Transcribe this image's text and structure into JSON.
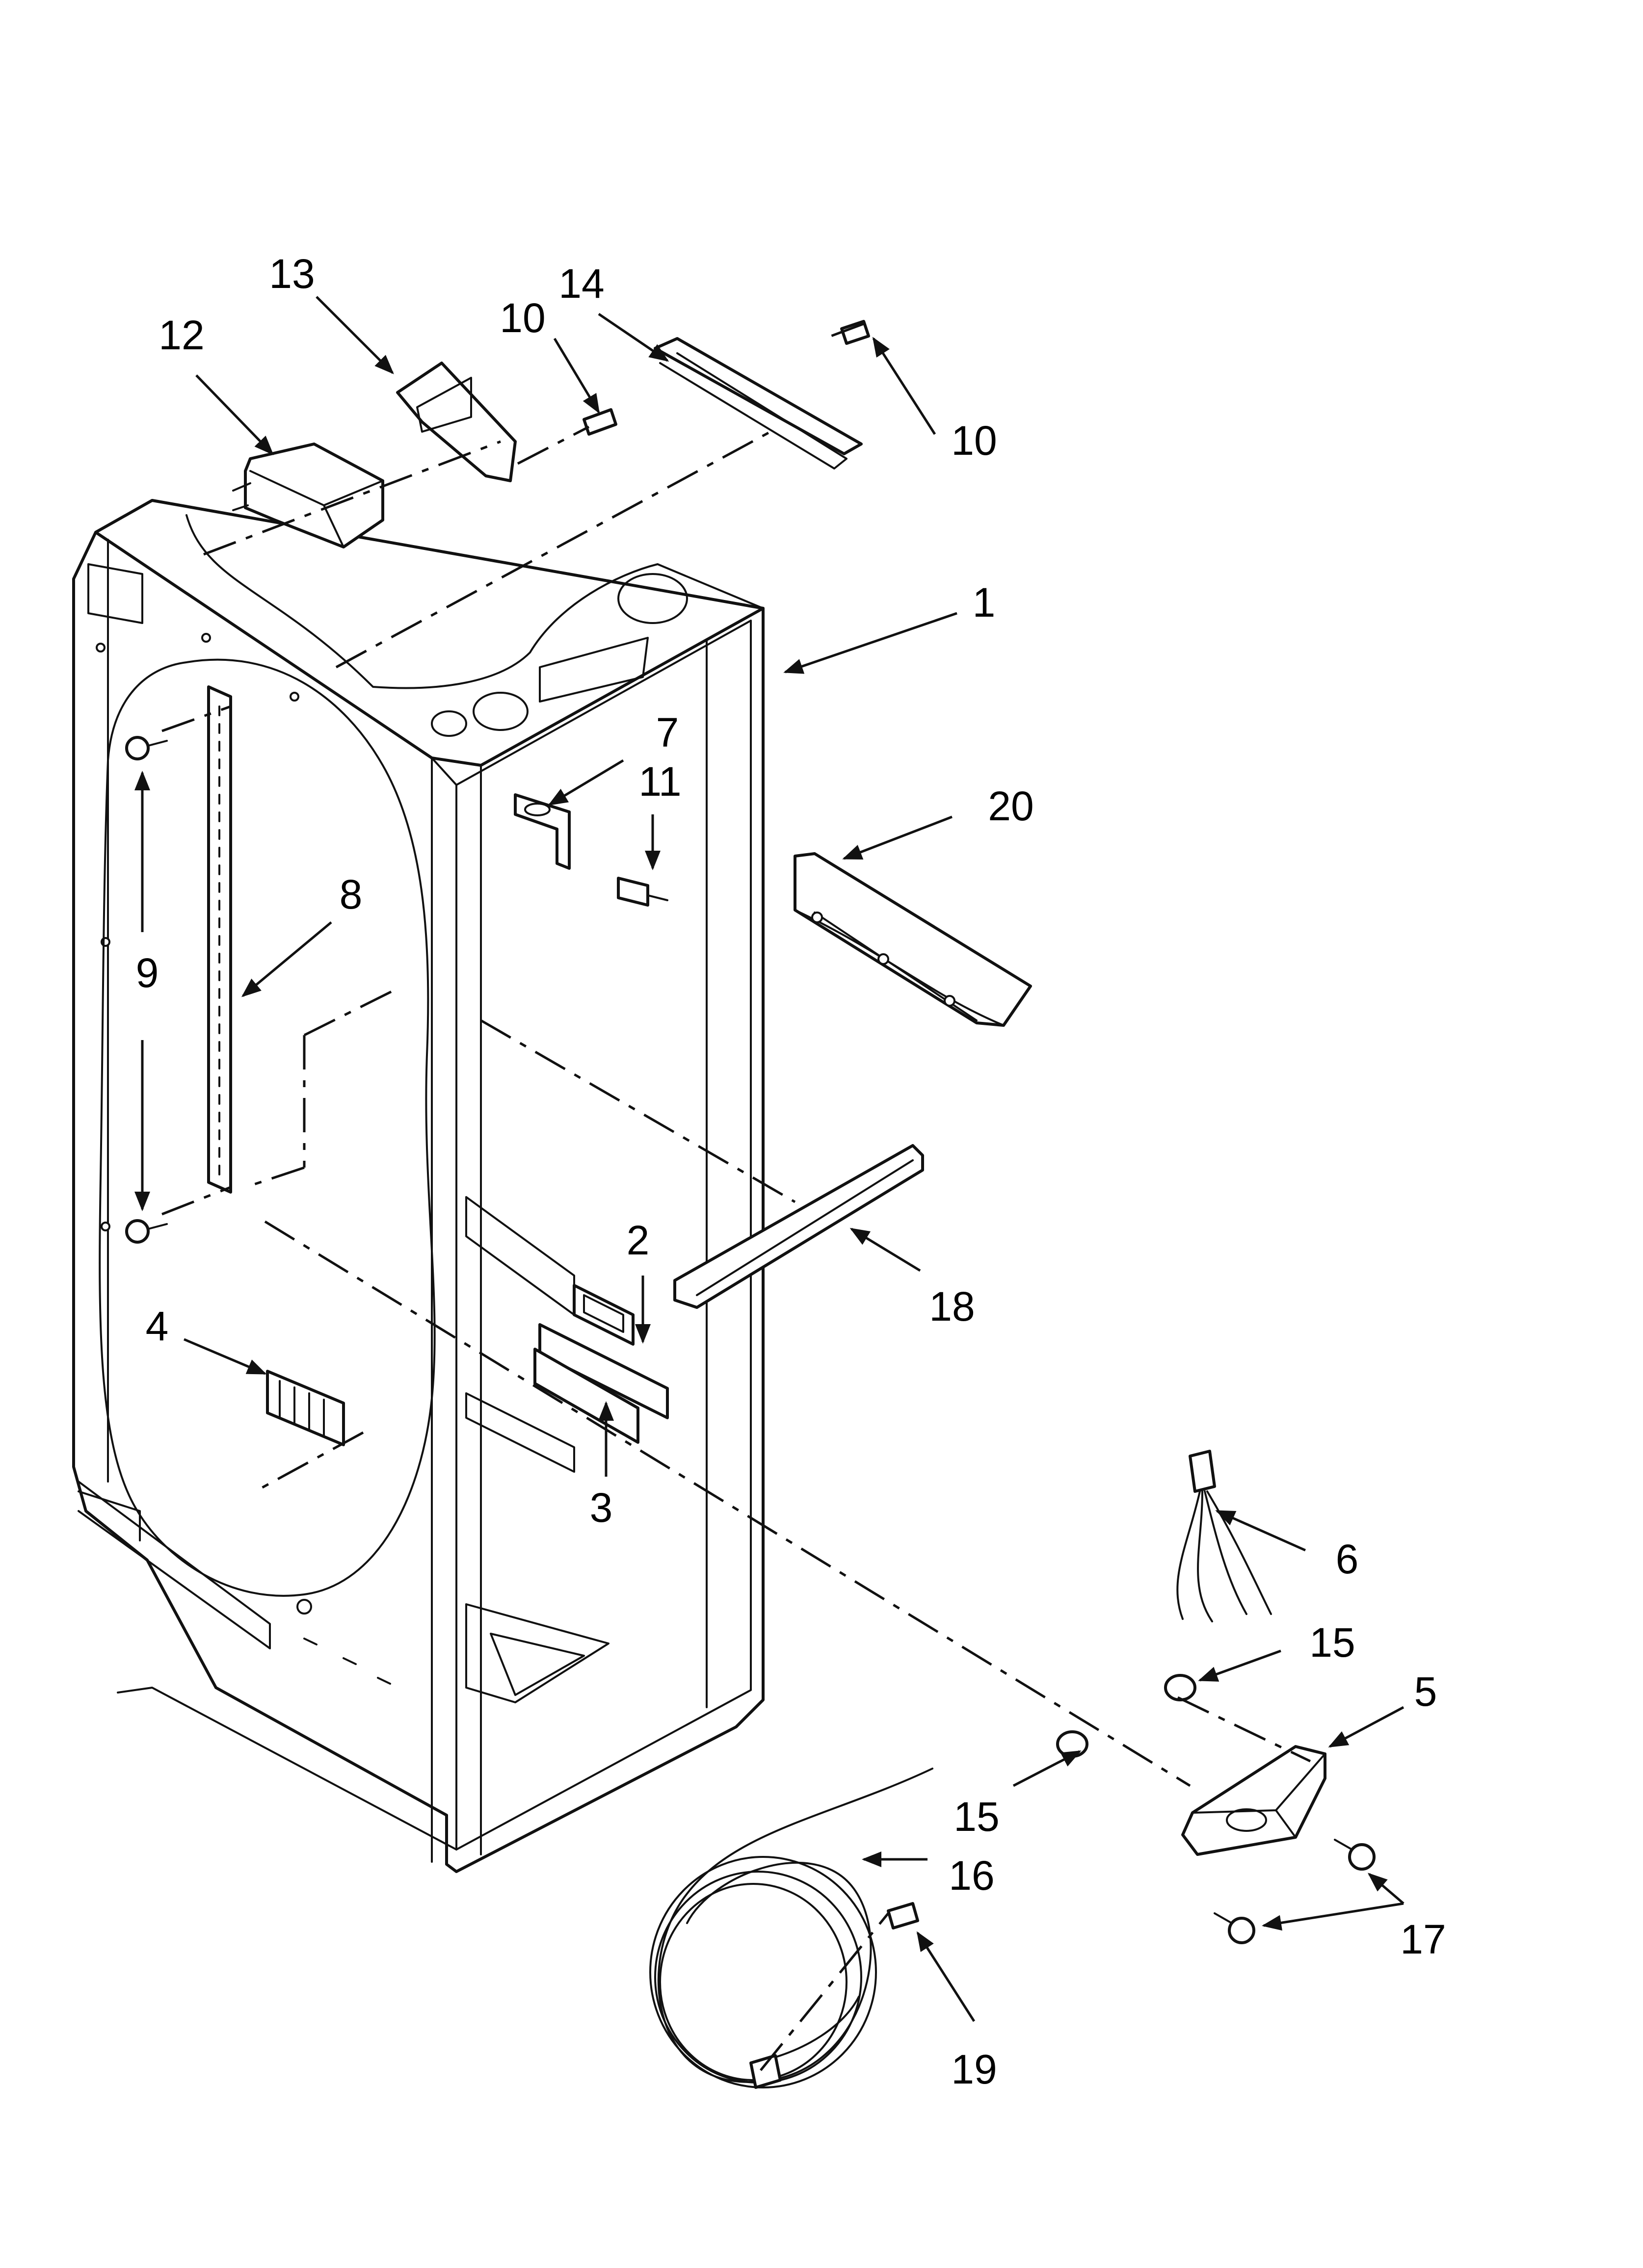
{
  "diagram": {
    "callouts": [
      "1",
      "2",
      "3",
      "4",
      "5",
      "6",
      "7",
      "8",
      "9",
      "10",
      "10",
      "11",
      "12",
      "13",
      "14",
      "15",
      "15",
      "16",
      "17",
      "18",
      "19",
      "20"
    ]
  }
}
